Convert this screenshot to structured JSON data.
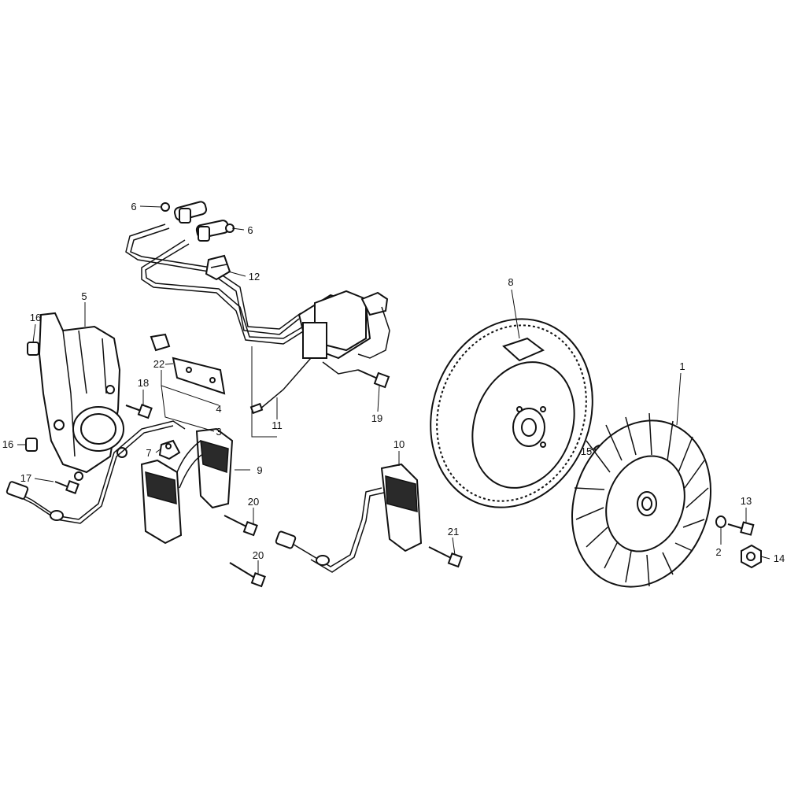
{
  "callouts": {
    "c1": "1",
    "c2": "2",
    "c3": "3",
    "c4": "4",
    "c5": "5",
    "c6a": "6",
    "c6b": "6",
    "c7": "7",
    "c8": "8",
    "c9": "9",
    "c10": "10",
    "c11": "11",
    "c12": "12",
    "c13": "13",
    "c14": "14",
    "c15": "15",
    "c16a": "16",
    "c16b": "16",
    "c17": "17",
    "c18": "18",
    "c19": "19",
    "c20a": "20",
    "c20b": "20",
    "c21": "21",
    "c22": "22"
  },
  "colors": {
    "ink": "#111111",
    "background": "#ffffff"
  }
}
